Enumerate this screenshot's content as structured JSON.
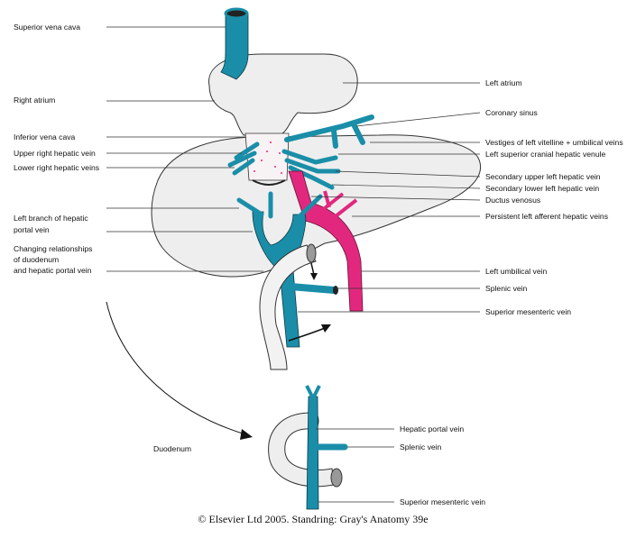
{
  "left_labels": {
    "superior_vena_cava": "Superior vena cava",
    "right_atrium": "Right atrium",
    "inferior_vena_cava": "Inferior vena cava",
    "upper_right_hepatic_vein": "Upper right hepatic vein",
    "lower_right_hepatic_veins": "Lower right hepatic veins",
    "left_branch_1": "Left branch of hepatic",
    "left_branch_2": "portal vein",
    "changing_1": "Changing relationships",
    "changing_2": "of duodenum",
    "changing_3": "and hepatic portal vein"
  },
  "right_labels": {
    "left_atrium": "Left atrium",
    "coronary_sinus": "Coronary sinus",
    "vestiges": "Vestiges of left vitelline + umbilical veins",
    "left_superior_cranial": "Left superior cranial hepatic venule",
    "secondary_upper": "Secondary upper left hepatic vein",
    "secondary_lower": "Secondary lower left hepatic vein",
    "ductus_venosus": "Ductus venosus",
    "persistent": "Persistent left afferent hepatic veins",
    "left_umbilical": "Left umbilical vein",
    "splenic_vein": "Splenic vein",
    "superior_mesenteric": "Superior mesenteric vein"
  },
  "inset_labels": {
    "duodenum": "Duodenum",
    "hepatic_portal_vein": "Hepatic portal vein",
    "splenic_vein": "Splenic vein",
    "superior_mesenteric_vein": "Superior mesenteric vein"
  },
  "caption": "© Elsevier Ltd 2005. Standring: Gray's Anatomy 39e",
  "colors": {
    "vein": "#1a8ea8",
    "umbilical": "#e2287e"
  }
}
